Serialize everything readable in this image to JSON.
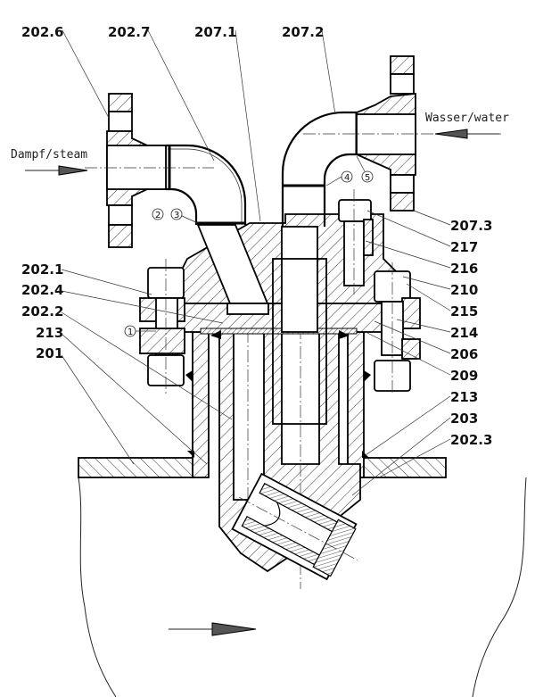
{
  "drawing": {
    "type": "technical cross-section drawing",
    "flow_labels": {
      "steam_in": "Dampf/steam",
      "water_in": "Wasser/water"
    },
    "weld_markers": [
      "1",
      "2",
      "3",
      "4",
      "5"
    ],
    "part_labels": {
      "top": [
        "202.6",
        "202.7",
        "207.1",
        "207.2"
      ],
      "left": [
        "202.1",
        "202.4",
        "202.2",
        "213",
        "201"
      ],
      "right": [
        "207.3",
        "217",
        "216",
        "210",
        "215",
        "214",
        "206",
        "209",
        "213",
        "203",
        "202.3"
      ]
    }
  }
}
